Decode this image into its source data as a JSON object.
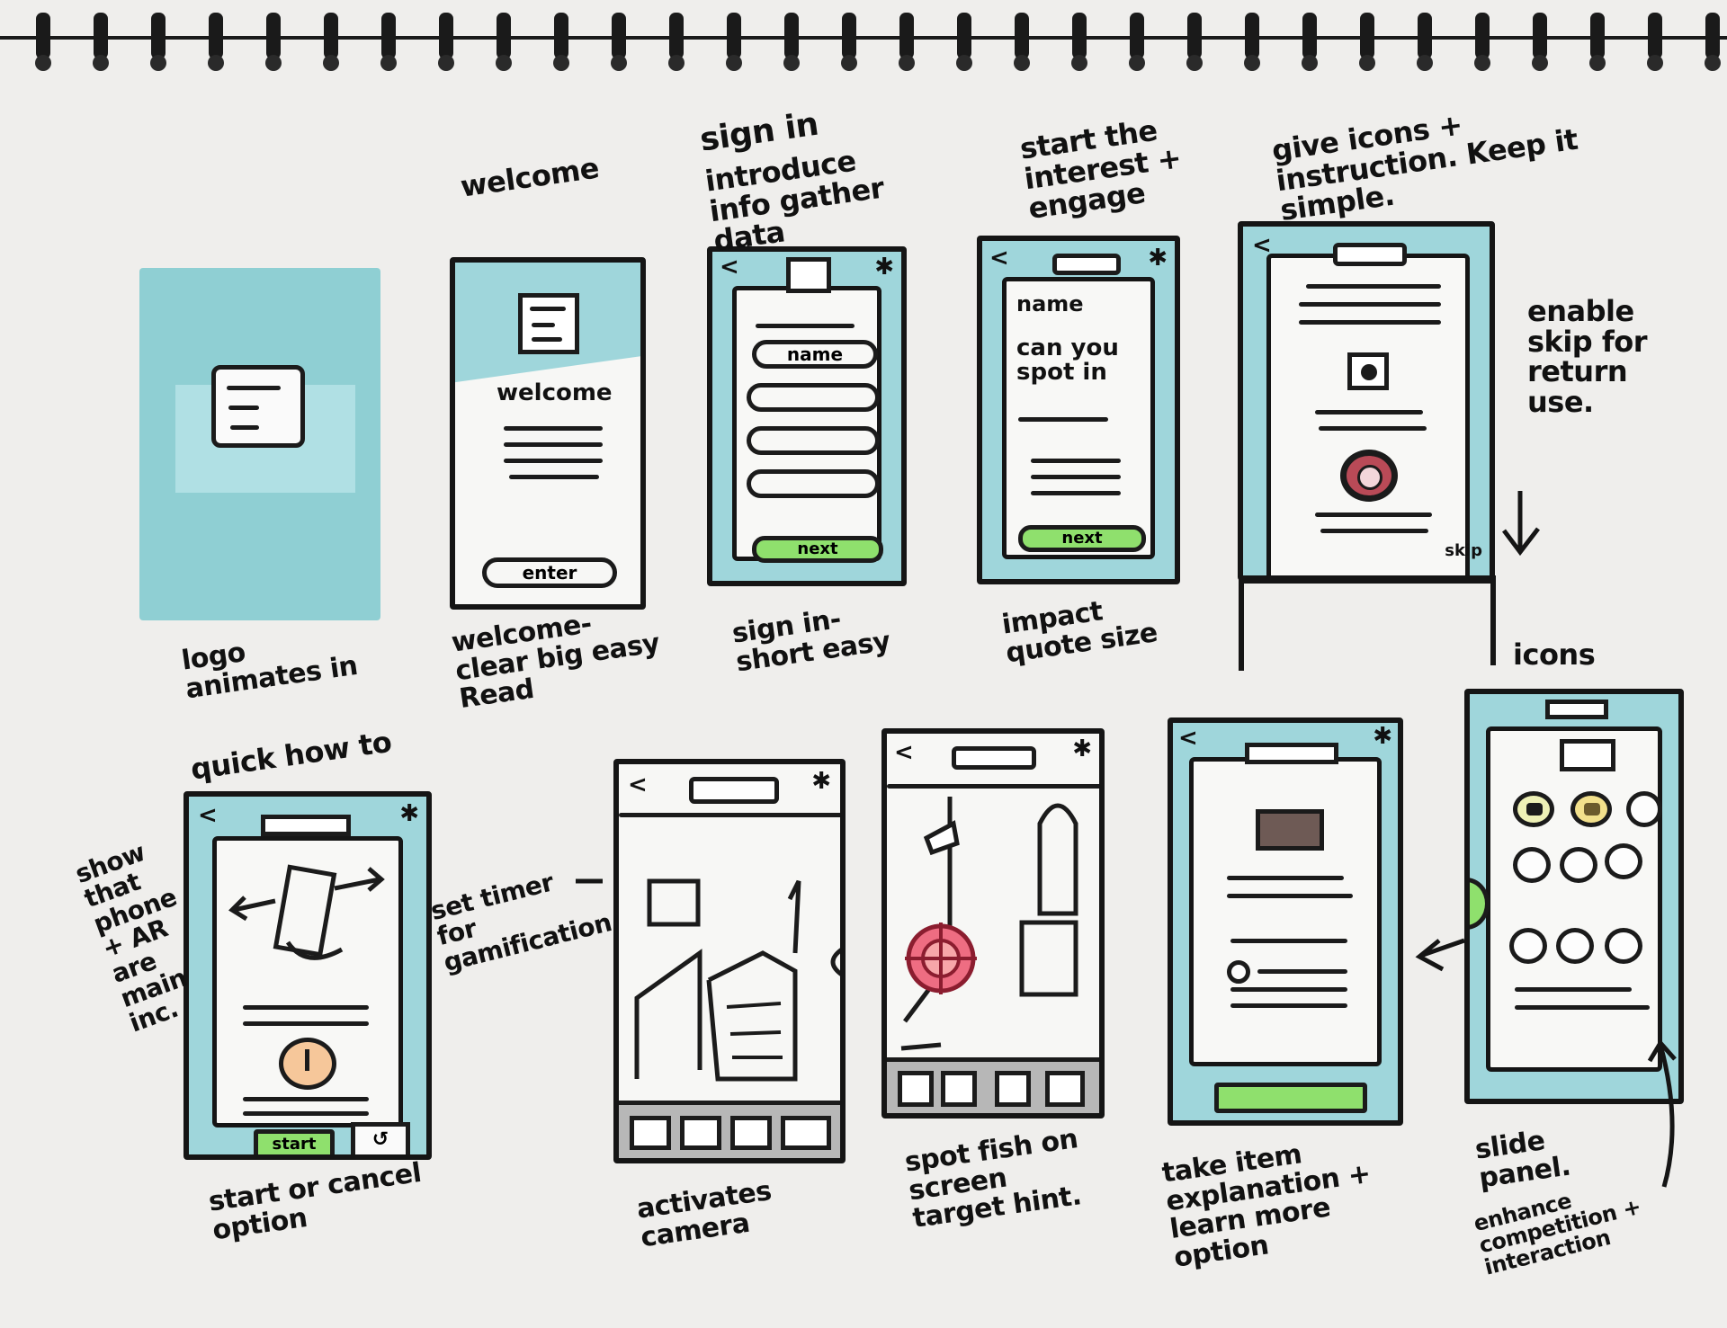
{
  "annotations": {
    "top": [
      "welcome",
      "sign in",
      "introduce info gather data",
      "start the interest + engage",
      "give icons + instruction. Keep it simple.",
      "enable skip for return use."
    ],
    "bottom_side": [
      "quick how to",
      "icons",
      "show that phone + AR are main inc.",
      "set timer for gamification"
    ],
    "captions": [
      "logo animates in",
      "welcome- clear big easy Read",
      "sign in- short easy",
      "impact quote size",
      "start or cancel option",
      "activates camera",
      "spot fish on screen target hint.",
      "take item explanation + learn more option",
      "slide panel.",
      "enhance competition + interaction"
    ]
  },
  "screens": {
    "welcome": {
      "title": "welcome",
      "button": "enter"
    },
    "signin": {
      "field": "name",
      "button": "next"
    },
    "impact": {
      "label": "name",
      "quote": "can you spot in",
      "button": "next"
    },
    "instructions": {
      "skip": "skip"
    },
    "howto": {
      "start": "start"
    }
  },
  "colors": {
    "wash": "#8fd0d6",
    "green": "#8fe06d",
    "ink": "#151515",
    "paper": "#efeeec",
    "target": "#e8506a"
  }
}
